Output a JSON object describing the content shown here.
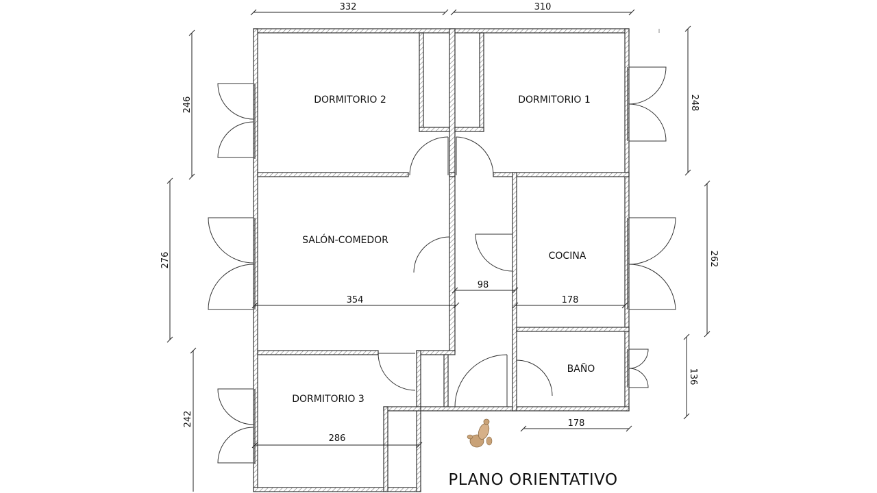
{
  "title": "PLANO ORIENTATIVO",
  "rooms": {
    "dormitorio_2": "DORMITORIO 2",
    "dormitorio_1": "DORMITORIO 1",
    "salon_comedor": "SALÓN-COMEDOR",
    "cocina": "COCINA",
    "bano": "BAÑO",
    "dormitorio_3": "DORMITORIO 3"
  },
  "dimensions": {
    "top_left": "332",
    "top_right": "310",
    "left_dorm2": "246",
    "left_salon": "276",
    "left_dorm3": "242",
    "right_dorm1": "248",
    "right_cocina": "262",
    "right_bano": "136",
    "salon_width": "354",
    "hall_width": "98",
    "cocina_width": "178",
    "bano_width": "178",
    "dorm3_width": "286"
  },
  "colors": {
    "wall_stroke": "#333333",
    "hatch": "#7a7a7a",
    "figure": "#c9a277"
  }
}
